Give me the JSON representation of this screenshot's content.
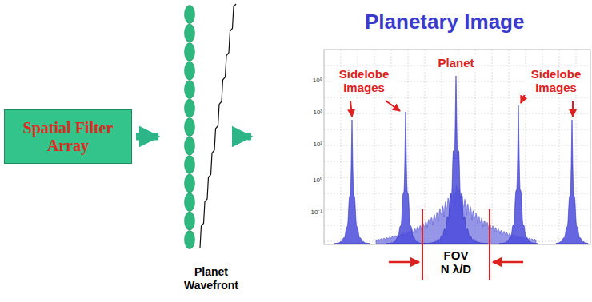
{
  "diagram": {
    "nodes": [
      {
        "text": [
          "Spatial Filter Array"
        ]
      },
      {
        "text": [
          "Planet Wavefront"
        ]
      },
      {
        "text": [
          "Planetary Image"
        ]
      }
    ],
    "edges": [
      {
        "from": 0,
        "to": 1,
        "arrow": "to"
      },
      {
        "from": 1,
        "to": 2,
        "arrow": "to"
      }
    ],
    "labels": [
      "Sidelobe Images",
      "Planet",
      "Sidelobe Images",
      "FOV N λ/D",
      "10⁵",
      "10³",
      "10¹",
      "10⁰",
      "10⁻¹"
    ]
  }
}
